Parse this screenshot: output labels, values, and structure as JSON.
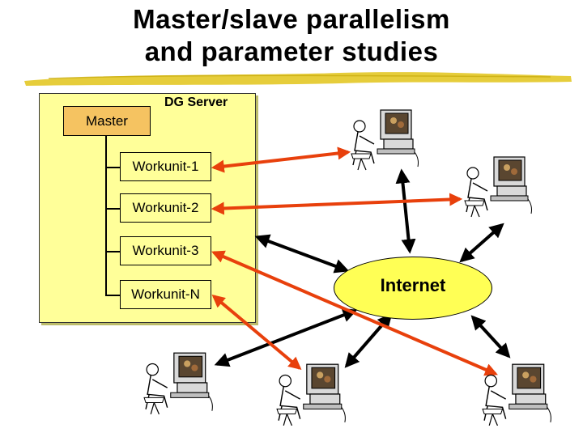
{
  "title": {
    "line1": "Master/slave parallelism",
    "line2": "and parameter studies"
  },
  "server": {
    "label": "DG Server",
    "master_label": "Master",
    "workunits": [
      "Workunit-1",
      "Workunit-2",
      "Workunit-3",
      "Workunit-N"
    ]
  },
  "network": {
    "label": "Internet"
  },
  "colors": {
    "server_fill": "#ffff99",
    "master_fill": "#f5c361",
    "internet_fill": "#ffff55",
    "workunit_link": "#e8400c",
    "internet_link": "#000000",
    "title_underline": "#e3c826"
  },
  "icons": {
    "workstation": "person-at-computer-icon"
  }
}
